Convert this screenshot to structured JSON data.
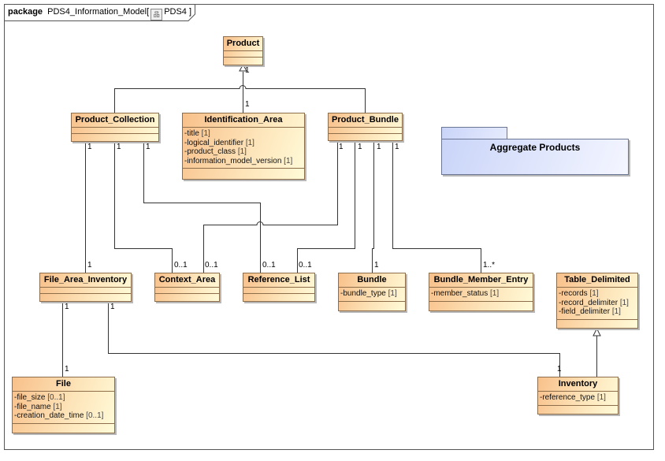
{
  "frame": {
    "keyword": "package",
    "name": "PDS4_Information_Model",
    "diagram_ref": "PDS4",
    "diagram_icon": "package-diagram-icon"
  },
  "package": {
    "name": "Aggregate Products"
  },
  "colors": {
    "class_fill_start": "#f8c08a",
    "class_fill_end": "#fffbd8",
    "class_border": "#8d6d4a",
    "package_fill": "#c9d4f8",
    "line": "#333333"
  },
  "classes": [
    {
      "name": "Product",
      "attributes": []
    },
    {
      "name": "Product_Collection",
      "attributes": []
    },
    {
      "name": "Identification_Area",
      "attributes": [
        {
          "name": "-title",
          "mult": "[1]"
        },
        {
          "name": "-logical_identifier",
          "mult": "[1]"
        },
        {
          "name": "-product_class",
          "mult": "[1]"
        },
        {
          "name": "-information_model_version",
          "mult": "[1]"
        }
      ]
    },
    {
      "name": "Product_Bundle",
      "attributes": []
    },
    {
      "name": "File_Area_Inventory",
      "attributes": []
    },
    {
      "name": "Context_Area",
      "attributes": []
    },
    {
      "name": "Reference_List",
      "attributes": []
    },
    {
      "name": "Bundle",
      "attributes": [
        {
          "name": "-bundle_type",
          "mult": "[1]"
        }
      ]
    },
    {
      "name": "Bundle_Member_Entry",
      "attributes": [
        {
          "name": "-member_status",
          "mult": "[1]"
        }
      ]
    },
    {
      "name": "Table_Delimited",
      "attributes": [
        {
          "name": "-records",
          "mult": "[1]"
        },
        {
          "name": "-record_delimiter",
          "mult": "[1]"
        },
        {
          "name": "-field_delimiter",
          "mult": "[1]"
        }
      ]
    },
    {
      "name": "File",
      "attributes": [
        {
          "name": "-file_size",
          "mult": "[0..1]"
        },
        {
          "name": "-file_name",
          "mult": "[1]"
        },
        {
          "name": "-creation_date_time",
          "mult": "[0..1]"
        }
      ]
    },
    {
      "name": "Inventory",
      "attributes": [
        {
          "name": "-reference_type",
          "mult": "[1]"
        }
      ]
    }
  ],
  "relationships": [
    {
      "type": "generalization",
      "from": "Product_Collection",
      "to": "Product"
    },
    {
      "type": "generalization",
      "from": "Product_Bundle",
      "to": "Product"
    },
    {
      "type": "association",
      "from": "Identification_Area",
      "to": "Product",
      "source_mult": "1",
      "target_mult": "1"
    },
    {
      "type": "association",
      "from": "Product_Collection",
      "to": "File_Area_Inventory",
      "source_mult": "1",
      "target_mult": "1"
    },
    {
      "type": "association",
      "from": "Product_Collection",
      "to": "Context_Area",
      "source_mult": "1",
      "target_mult": "0..1"
    },
    {
      "type": "association",
      "from": "Product_Collection",
      "to": "Reference_List",
      "source_mult": "1",
      "target_mult": "0..1"
    },
    {
      "type": "association",
      "from": "Product_Bundle",
      "to": "Context_Area",
      "source_mult": "1",
      "target_mult": "0..1"
    },
    {
      "type": "association",
      "from": "Product_Bundle",
      "to": "Reference_List",
      "source_mult": "1",
      "target_mult": "0..1"
    },
    {
      "type": "association",
      "from": "Product_Bundle",
      "to": "Bundle",
      "source_mult": "1",
      "target_mult": "1"
    },
    {
      "type": "association",
      "from": "Product_Bundle",
      "to": "Bundle_Member_Entry",
      "source_mult": "1",
      "target_mult": "1..*"
    },
    {
      "type": "association",
      "from": "File_Area_Inventory",
      "to": "File",
      "source_mult": "1",
      "target_mult": "1"
    },
    {
      "type": "association",
      "from": "File_Area_Inventory",
      "to": "Inventory",
      "source_mult": "1",
      "target_mult": "1"
    },
    {
      "type": "generalization",
      "from": "Inventory",
      "to": "Table_Delimited"
    }
  ]
}
